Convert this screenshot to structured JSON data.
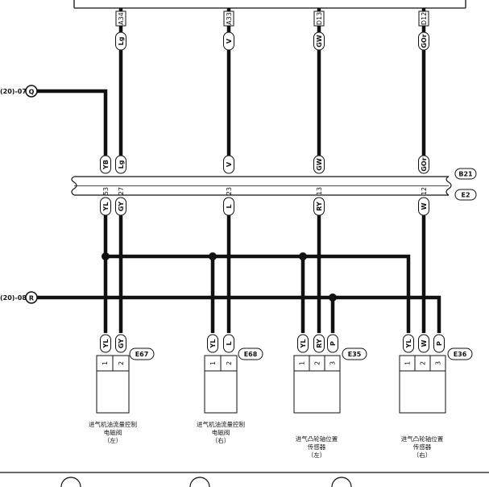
{
  "ecm_wires": [
    {
      "color": "Lg",
      "pin": "A34"
    },
    {
      "color": "V",
      "pin": "A33"
    },
    {
      "color": "GW",
      "pin": "D13"
    },
    {
      "color": "GOr",
      "pin": "D12"
    }
  ],
  "bus_refs": {
    "q": {
      "ref": "(20)-07",
      "letter": "Q"
    },
    "r": {
      "ref": "(20)-08",
      "letter": "R"
    }
  },
  "junction": {
    "top_connector": "B21",
    "bottom_connector": "E2",
    "pins": [
      {
        "pin": "53",
        "top": "YB",
        "bottom": "YL"
      },
      {
        "pin": "27",
        "top": "Lg",
        "bottom": "GY"
      },
      {
        "pin": "23",
        "top": "V",
        "bottom": "L"
      },
      {
        "pin": "13",
        "top": "GW",
        "bottom": "RY"
      },
      {
        "pin": "12",
        "top": "GOr",
        "bottom": "W"
      }
    ]
  },
  "components": [
    {
      "id": "E67",
      "wires": [
        "YL",
        "GY"
      ],
      "pins": [
        "1",
        "2"
      ],
      "label": [
        "进气机油流量控制",
        "电磁阀",
        "（左）"
      ]
    },
    {
      "id": "E68",
      "wires": [
        "YL",
        "L"
      ],
      "pins": [
        "1",
        "2"
      ],
      "label": [
        "进气机油流量控制",
        "电磁阀",
        "（右）"
      ]
    },
    {
      "id": "E35",
      "wires": [
        "YL",
        "RY",
        "P"
      ],
      "pins": [
        "1",
        "2",
        "3"
      ],
      "label": [
        "进气凸轮轴位置",
        "传感器",
        "（左）"
      ]
    },
    {
      "id": "E36",
      "wires": [
        "YL",
        "W",
        "P"
      ],
      "pins": [
        "1",
        "2",
        "3"
      ],
      "label": [
        "进气凸轮轴位置",
        "传感器",
        "（右）"
      ]
    }
  ],
  "colors": {
    "wire": "#111111",
    "background": "#ffffff"
  }
}
